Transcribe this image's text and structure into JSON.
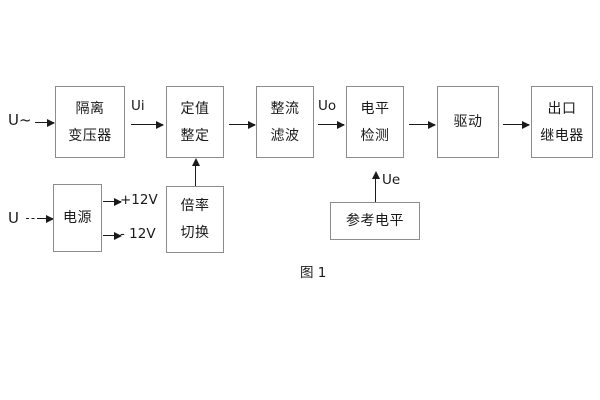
{
  "figure": {
    "caption": "图 1",
    "colors": {
      "box_border": "#8c8c8c",
      "line": "#1a1a1a",
      "text": "#1a1a1a",
      "background": "#ffffff"
    }
  },
  "blocks": {
    "isolation_transformer": {
      "line1": "隔离",
      "line2": "变压器"
    },
    "setting_value": {
      "line1": "定值",
      "line2": "整定"
    },
    "rectify_filter": {
      "line1": "整流",
      "line2": "滤波"
    },
    "level_detect": {
      "line1": "电平",
      "line2": "检测"
    },
    "drive": {
      "line1": "驱动"
    },
    "output_relay": {
      "line1": "出口",
      "line2": "继电器"
    },
    "power_supply": {
      "line1": "电源"
    },
    "multiplier_switch": {
      "line1": "倍率",
      "line2": "切换"
    },
    "reference_level": {
      "line1": "参考电平"
    }
  },
  "signals": {
    "input_ac": "U~",
    "input_dc": "U",
    "ui": "Ui",
    "uo": "Uo",
    "ue": "Ue",
    "rail_positive": "+12V",
    "rail_negative": "- 12V"
  }
}
